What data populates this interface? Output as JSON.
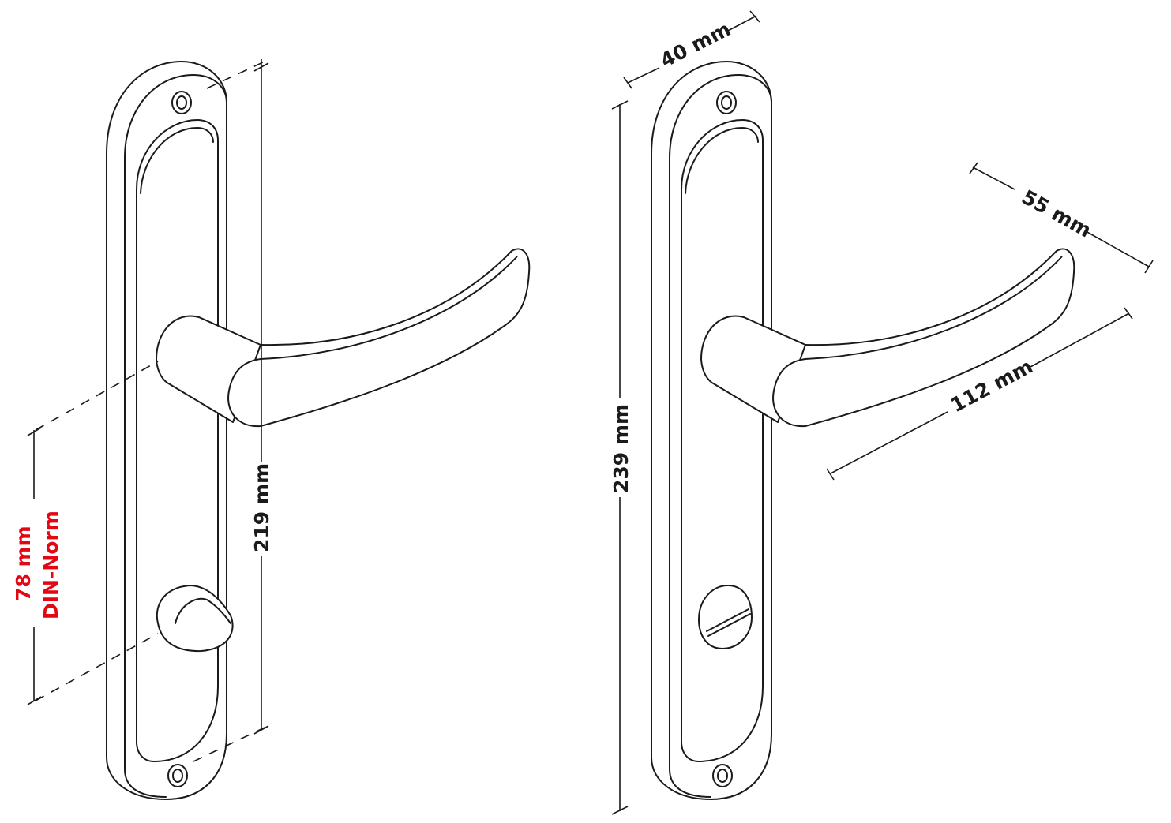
{
  "dimensions": {
    "left": {
      "length": "219 mm",
      "din_distance": "78 mm",
      "din_label": "DIN-Norm"
    },
    "right": {
      "width": "40 mm",
      "total_length": "239 mm",
      "handle_projection": "55 mm",
      "handle_length": "112 mm"
    }
  },
  "colors": {
    "line": "#1a1a1a",
    "accent": "#e30613"
  }
}
